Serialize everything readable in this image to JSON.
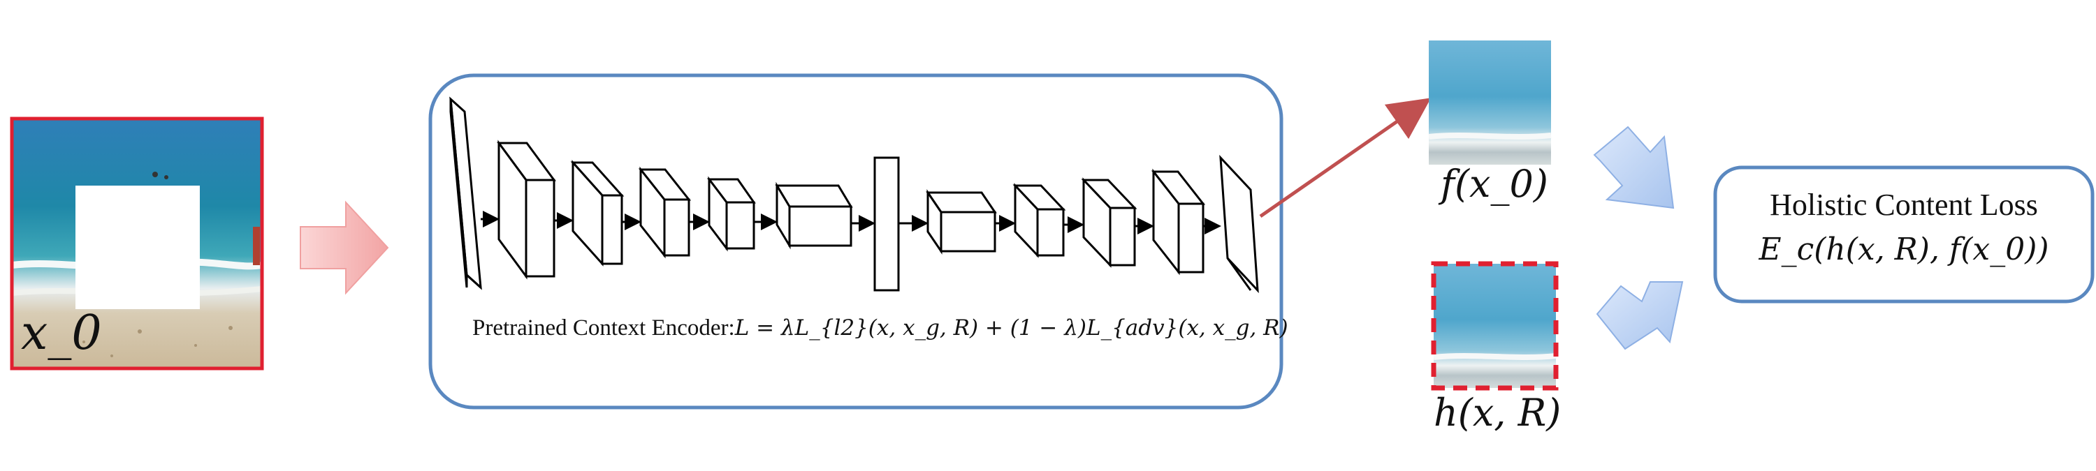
{
  "input_label": "x_0",
  "encoder": {
    "caption_text": "Pretrained Context Encoder:",
    "caption_formula": "L = λL_{l2}(x, x_g, R) + (1 − λ)L_{adv}(x, x_g, R)"
  },
  "feature_label": "f(x_0)",
  "hypothesis_label": "h(x, R)",
  "loss": {
    "title": "Holistic Content Loss",
    "formula": "E_c(h(x, R), f(x_0))"
  },
  "colors": {
    "input_border": "#e02030",
    "encoder_border": "#5a88c0",
    "loss_border": "#5a88c0",
    "pink_arrow": "#f6b8b8",
    "blue_arrow": "#b8d0f2",
    "feature_arrow": "#c05050",
    "dashed_border": "#e02030"
  }
}
